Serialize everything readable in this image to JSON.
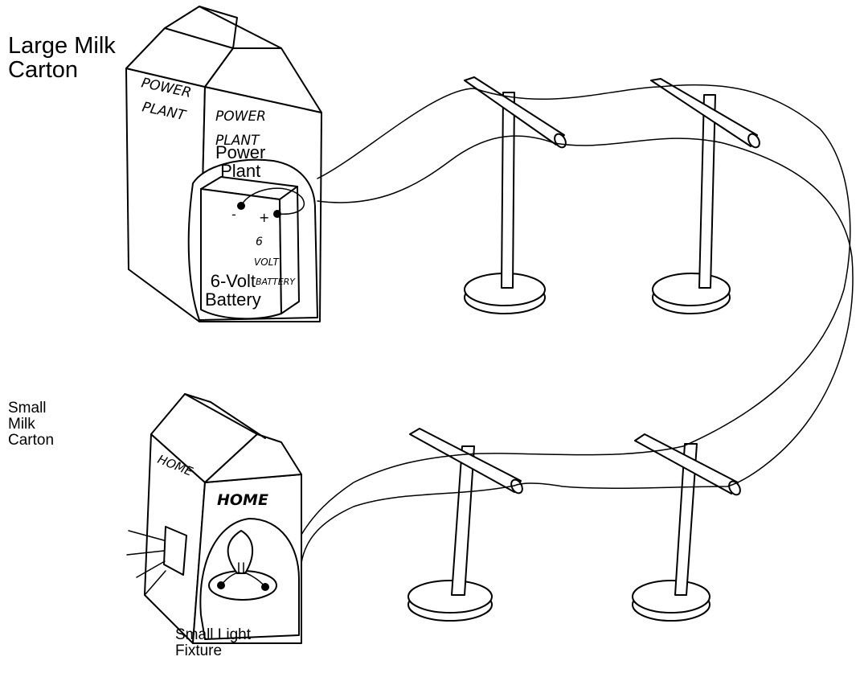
{
  "labels": {
    "large_carton": "Large Milk\nCarton",
    "power_plant": "Power\nPlant",
    "battery": "6-Volt\nBattery",
    "small_carton": "Small\nMilk\nCarton",
    "light_fixture": "Small Light\nFixture"
  },
  "handwriting": {
    "large_carton_side": [
      "POWER",
      "PLANT"
    ],
    "large_carton_front": [
      "POWER",
      "PLANT"
    ],
    "battery_sign": [
      "-",
      "+"
    ],
    "battery_text": [
      "6",
      "VOLT",
      "BATTERY"
    ],
    "small_carton_side": "HOME",
    "small_carton_front": "HOME"
  },
  "colors": {
    "ink": "#000000",
    "background": "#ffffff"
  }
}
